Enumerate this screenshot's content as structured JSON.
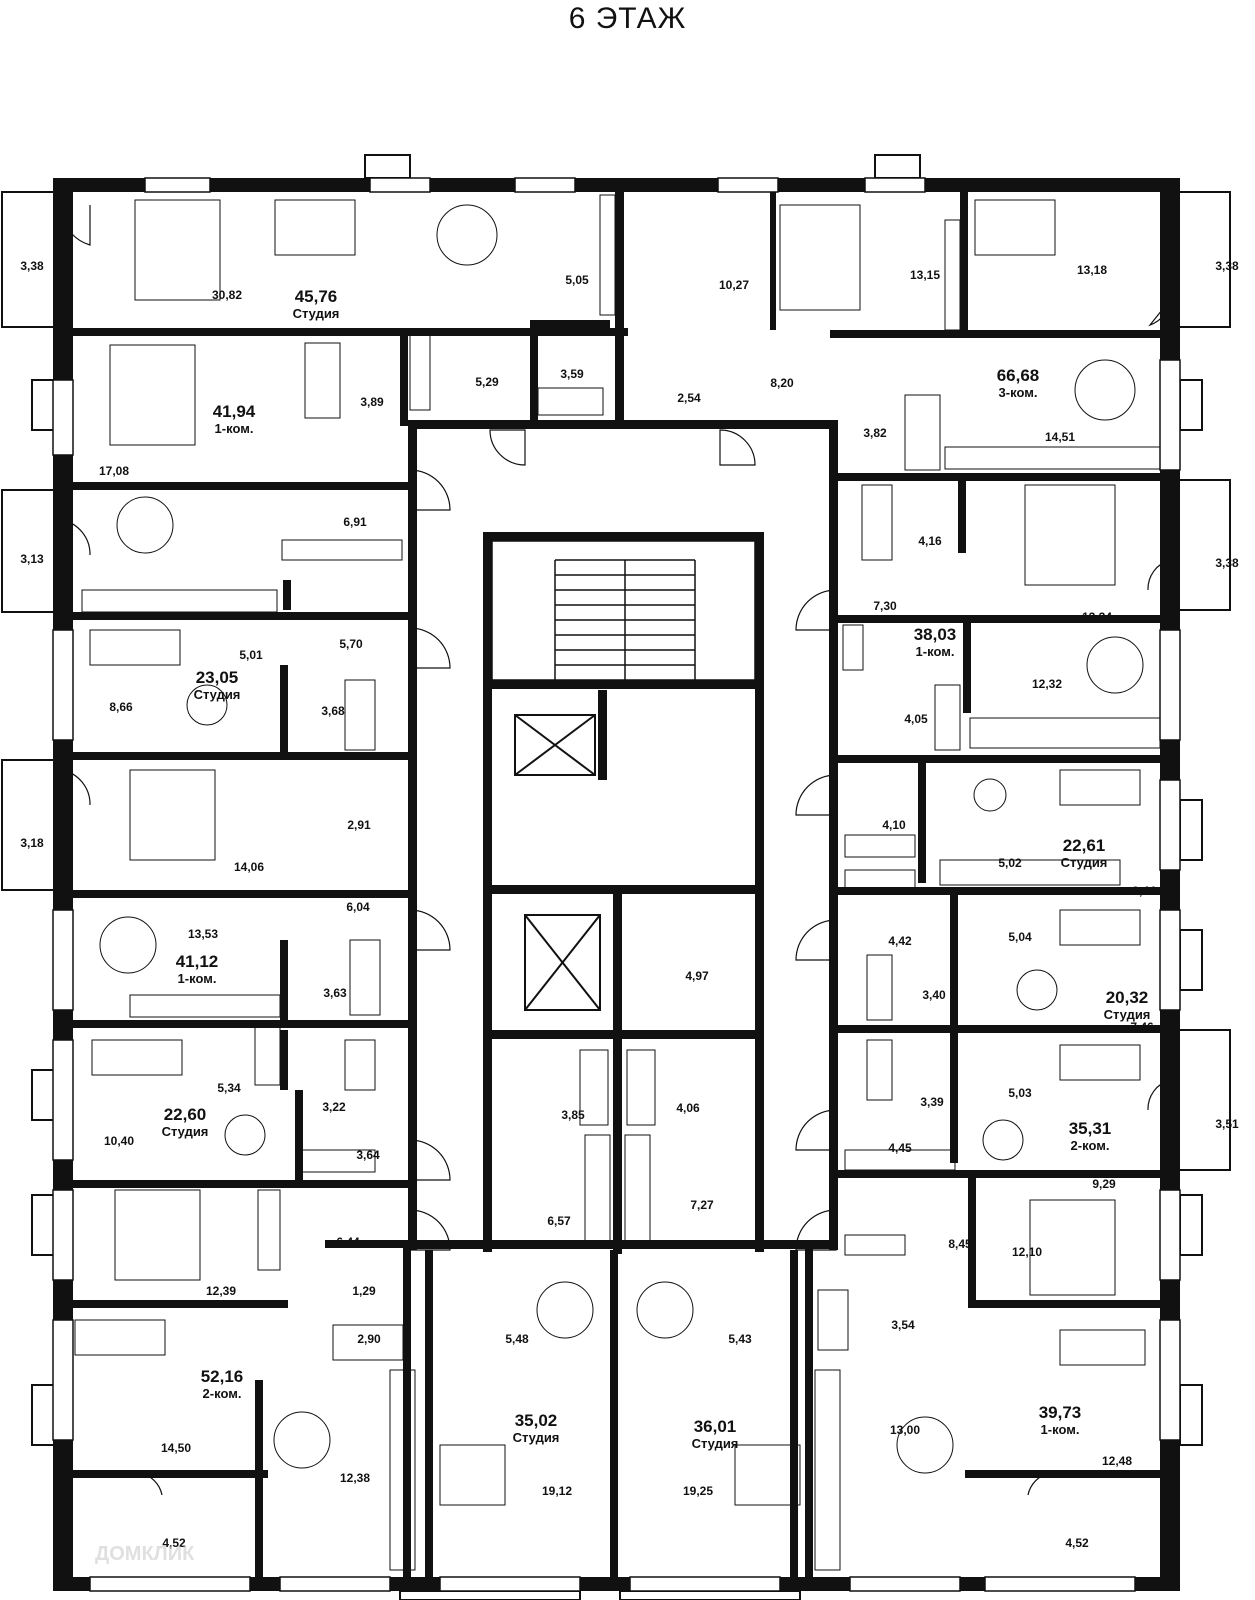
{
  "floor_title": "6 ЭТАЖ",
  "watermark": "ДОМКЛИК",
  "apartments": [
    {
      "id": "a1",
      "area": "45,76",
      "type": "Студия"
    },
    {
      "id": "a2",
      "area": "41,94",
      "type": "1-ком."
    },
    {
      "id": "a3",
      "area": "23,05",
      "type": "Студия"
    },
    {
      "id": "a4",
      "area": "41,12",
      "type": "1-ком."
    },
    {
      "id": "a5",
      "area": "22,60",
      "type": "Студия"
    },
    {
      "id": "a6",
      "area": "52,16",
      "type": "2-ком."
    },
    {
      "id": "a7",
      "area": "35,02",
      "type": "Студия"
    },
    {
      "id": "a8",
      "area": "36,01",
      "type": "Студия"
    },
    {
      "id": "a9",
      "area": "39,73",
      "type": "1-ком."
    },
    {
      "id": "a10",
      "area": "35,31",
      "type": "2-ком."
    },
    {
      "id": "a11",
      "area": "20,32",
      "type": "Студия"
    },
    {
      "id": "a12",
      "area": "22,61",
      "type": "Студия"
    },
    {
      "id": "a13",
      "area": "38,03",
      "type": "1-ком."
    },
    {
      "id": "a14",
      "area": "66,68",
      "type": "3-ком."
    }
  ],
  "room_areas": [
    "3,38",
    "30,82",
    "5,05",
    "10,27",
    "13,15",
    "13,18",
    "3,38",
    "17,08",
    "3,89",
    "5,29",
    "3,59",
    "2,54",
    "8,20",
    "3,82",
    "14,51",
    "3,13",
    "6,91",
    "4,16",
    "3,38",
    "7,30",
    "13,24",
    "8,66",
    "5,01",
    "5,70",
    "3,68",
    "12,32",
    "4,05",
    "3,18",
    "14,06",
    "2,91",
    "6,04",
    "4,10",
    "5,02",
    "9,44",
    "13,53",
    "3,63",
    "4,97",
    "4,42",
    "5,04",
    "3,40",
    "7,46",
    "10,40",
    "5,34",
    "3,22",
    "3,64",
    "3,85",
    "4,06",
    "3,39",
    "5,03",
    "4,45",
    "3,51",
    "9,29",
    "6,57",
    "7,27",
    "6,44",
    "8,45",
    "12,10",
    "12,39",
    "1,29",
    "2,90",
    "3,54",
    "5,48",
    "5,43",
    "14,50",
    "12,38",
    "13,00",
    "12,48",
    "19,12",
    "19,25",
    "4,52",
    "4,52"
  ]
}
